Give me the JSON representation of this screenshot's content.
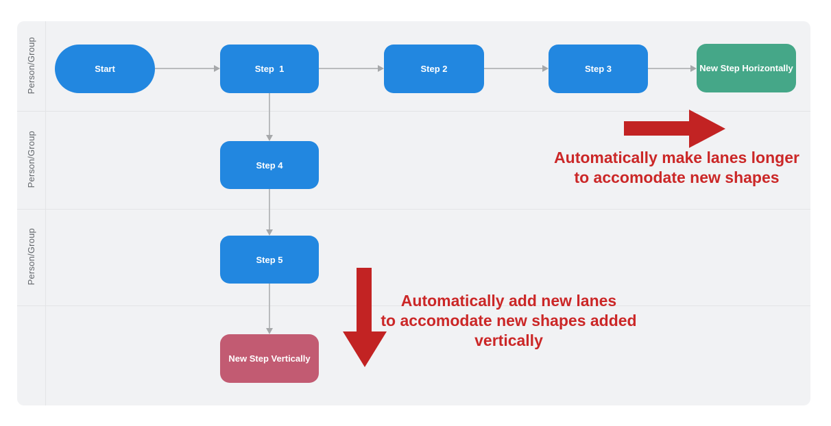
{
  "lanes": [
    {
      "label": "Person/Group"
    },
    {
      "label": "Person/Group"
    },
    {
      "label": "Person/Group"
    },
    {
      "label": ""
    }
  ],
  "nodes": [
    {
      "id": "start",
      "label": "Start",
      "shape": "pill",
      "color": "#2287e0"
    },
    {
      "id": "step-1",
      "label": "Step  1",
      "shape": "rounded-rect",
      "color": "#2287e0"
    },
    {
      "id": "step-2",
      "label": "Step 2",
      "shape": "rounded-rect",
      "color": "#2287e0"
    },
    {
      "id": "step-3",
      "label": "Step 3",
      "shape": "rounded-rect",
      "color": "#2287e0"
    },
    {
      "id": "new-step-horizontally",
      "label": "New Step Horizontally",
      "shape": "rounded-rect",
      "color": "#45a788"
    },
    {
      "id": "step-4",
      "label": "Step 4",
      "shape": "rounded-rect",
      "color": "#2287e0"
    },
    {
      "id": "step-5",
      "label": "Step 5",
      "shape": "rounded-rect",
      "color": "#2287e0"
    },
    {
      "id": "new-step-vertically",
      "label": "New Step Vertically",
      "shape": "rounded-rect",
      "color": "#c25b72"
    }
  ],
  "annotations": [
    {
      "id": "make-lanes-longer",
      "arrow": "right",
      "text": "Automatically make lanes longer\nto accomodate new shapes",
      "color": "#cb2727"
    },
    {
      "id": "add-new-lanes",
      "arrow": "down",
      "text": "Automatically add new lanes\nto accomodate new shapes added\nvertically",
      "color": "#cb2727"
    }
  ],
  "colors": {
    "panel_bg": "#f1f2f4",
    "lane_divider": "#e3e4e6",
    "connector": "#b9bbbd",
    "node_blue": "#2287e0",
    "node_green": "#45a788",
    "node_rose": "#c25b72",
    "annotation_red": "#c22323",
    "lane_label_text": "#63676b"
  }
}
